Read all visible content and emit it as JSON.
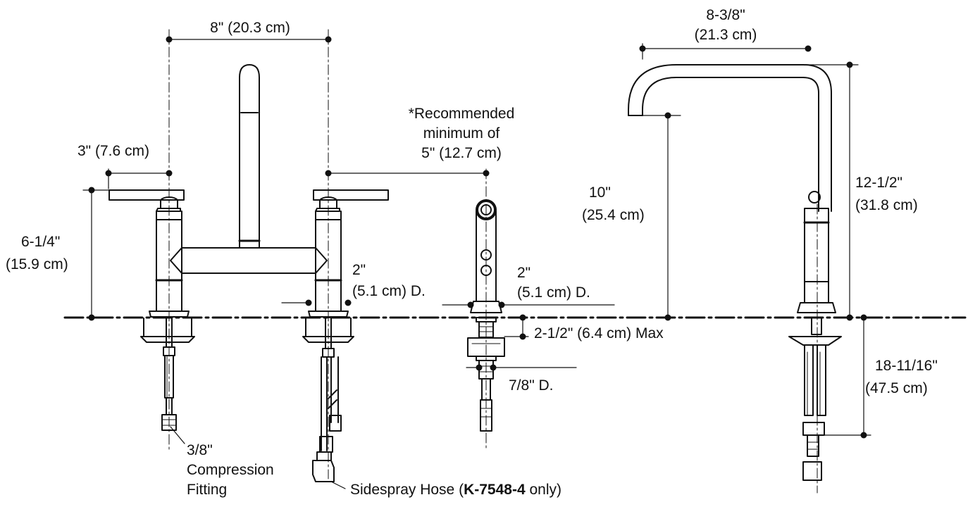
{
  "labels": {
    "spread_8in": "8\" (20.3 cm)",
    "spout_reach": "8-3/8\"",
    "spout_reach_cm": "(21.3 cm)",
    "rec_min_1": "*Recommended",
    "rec_min_2": "minimum of",
    "rec_min_3": "5\" (12.7 cm)",
    "handle_3in": "3\" (7.6 cm)",
    "height_614": "6-1/4\"",
    "height_614_cm": "(15.9 cm)",
    "spout_10": "10\"",
    "spout_10_cm": "(25.4 cm)",
    "overall_1212": "12-1/2\"",
    "overall_1212_cm": "(31.8 cm)",
    "base_2in_a": "2\"",
    "base_2in_a_d": "(5.1 cm) D.",
    "base_2in_b": "2\"",
    "base_2in_b_d": "(5.1 cm) D.",
    "max_deck": "2-1/2\" (6.4 cm) Max",
    "shank_78": "7/8\" D.",
    "supply_len": "18-11/16\"",
    "supply_len_cm": "(47.5 cm)",
    "compression_1": "3/8\"",
    "compression_2": "Compression",
    "compression_3": "Fitting",
    "sidespray_pre": "Sidespray Hose (",
    "sidespray_model": "K-7548-4",
    "sidespray_post": " only)"
  }
}
